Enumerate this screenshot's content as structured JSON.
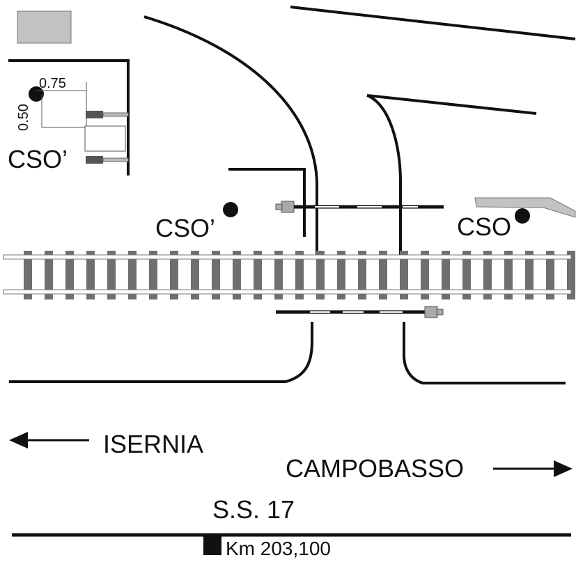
{
  "labels": {
    "signal_inset": "CSO’",
    "signal_left": "CSO’",
    "signal_right": "CSO",
    "dim_horizontal": "0.75",
    "dim_vertical": "0.50",
    "direction_left": "ISERNIA",
    "direction_right": "CAMPOBASSO",
    "road": "S.S. 17",
    "kilometer": "Km 203,100"
  },
  "colors": {
    "line": "#111111",
    "rail": "#7a7a7a",
    "sleeper": "#6f6f6f",
    "gray_fill": "#c2c2c2",
    "barrier_stripe": "#ffffff"
  }
}
